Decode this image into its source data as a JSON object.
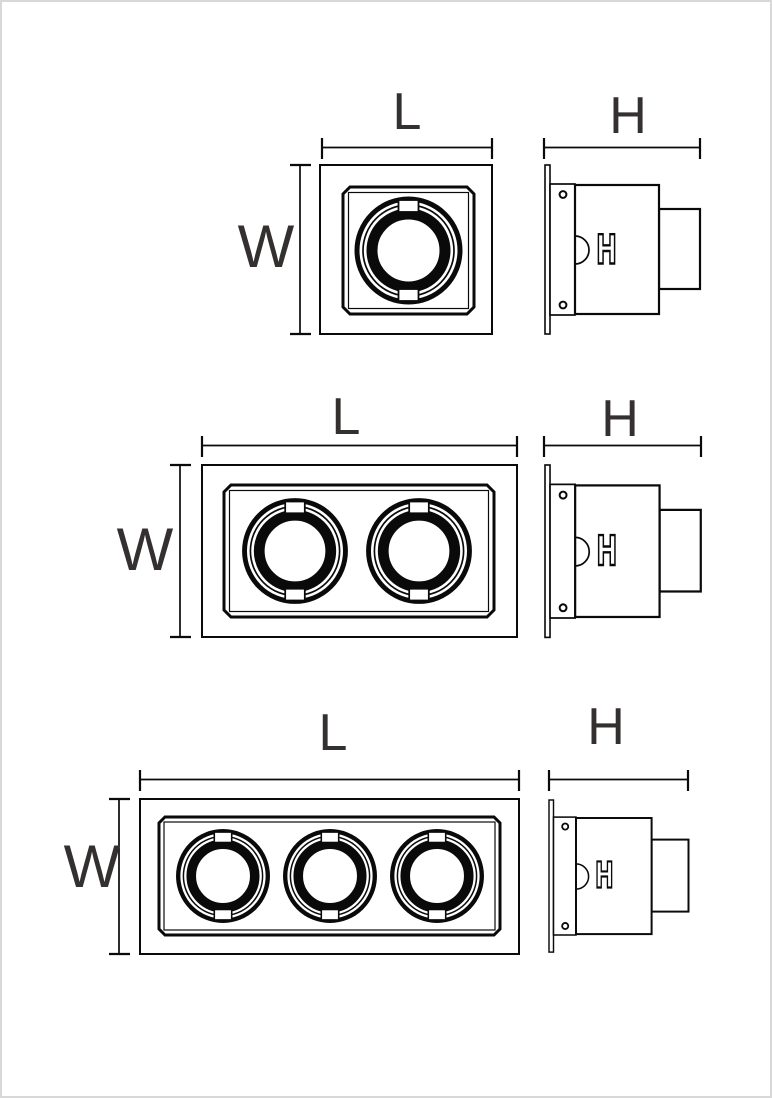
{
  "colors": {
    "line": "#0a0a0a",
    "label": "#343030",
    "page_border": "#d8d8d8",
    "background": "#ffffff"
  },
  "figures": [
    {
      "heads": 1,
      "front_view": {
        "length_label": "L",
        "width_label": "W"
      },
      "side_view": {
        "height_label": "H",
        "logo_glyph": "H"
      }
    },
    {
      "heads": 2,
      "front_view": {
        "length_label": "L",
        "width_label": "W"
      },
      "side_view": {
        "height_label": "H",
        "logo_glyph": "H"
      }
    },
    {
      "heads": 3,
      "front_view": {
        "length_label": "L",
        "width_label": "W"
      },
      "side_view": {
        "height_label": "H",
        "logo_glyph": "H"
      }
    }
  ]
}
